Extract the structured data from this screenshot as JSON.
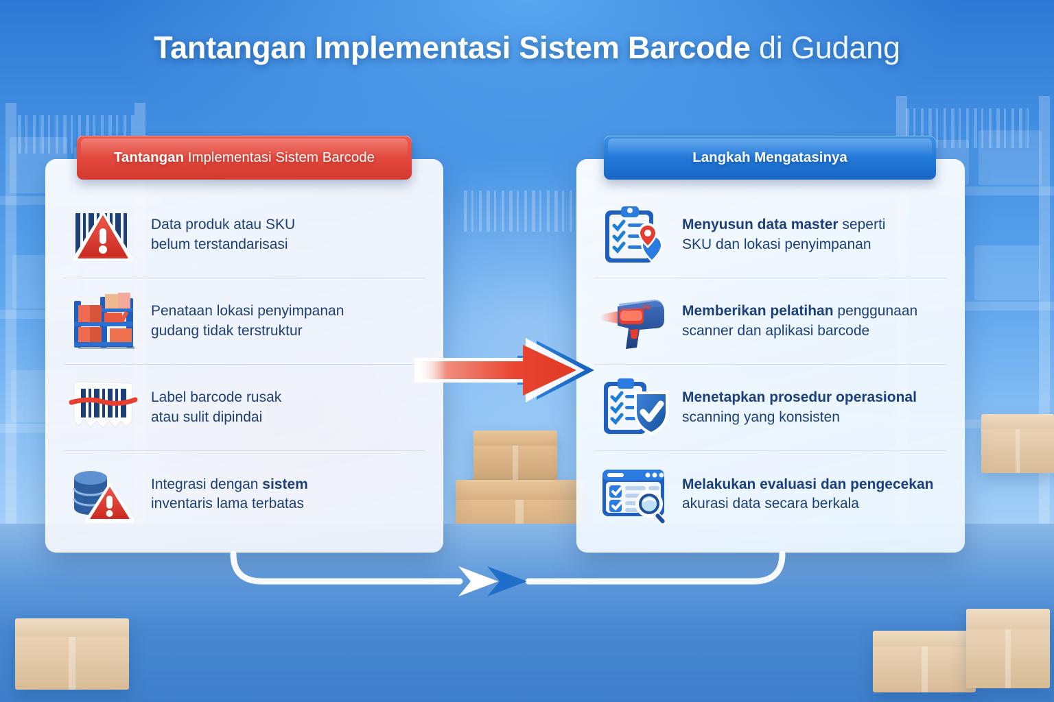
{
  "header": {
    "title_bold": "Tantangan Implementasi Sistem Barcode",
    "title_light": " di Gudang"
  },
  "left_panel": {
    "ribbon_bold": "Tantangan",
    "ribbon_light": " Implementasi Sistem Barcode",
    "accent_color": "#e2483c",
    "items": [
      {
        "icon": "warning-barcode-icon",
        "line1": "Data produk atau SKU",
        "line2": "belum terstandarisasi",
        "bold_part": ""
      },
      {
        "icon": "warehouse-rack-icon",
        "line1": "Penataan lokasi penyimpanan",
        "line2": "gudang tidak terstruktur",
        "bold_part": ""
      },
      {
        "icon": "torn-barcode-label-icon",
        "line1": "Label barcode rusak",
        "line2": "atau sulit dipindai",
        "bold_part": ""
      },
      {
        "icon": "database-warning-icon",
        "line1": "Integrasi dengan sistem",
        "line2": "inventaris lama terbatas",
        "bold_part": "sistem"
      }
    ]
  },
  "right_panel": {
    "ribbon_bold": "Langkah Mengatasinya",
    "ribbon_light": "",
    "accent_color": "#2278d8",
    "items": [
      {
        "icon": "clipboard-location-pin-icon",
        "line1": "Menyusun data master seperti",
        "line2": "SKU dan lokasi penyimpanan",
        "bold_part": "Menyusun data master"
      },
      {
        "icon": "barcode-scanner-gun-icon",
        "line1": "Memberikan pelatihan penggunaan",
        "line2": "scanner dan aplikasi barcode",
        "bold_part": "Memberikan pelatihan"
      },
      {
        "icon": "clipboard-shield-check-icon",
        "line1": "Menetapkan prosedur operasional",
        "line2": "scanning yang konsisten",
        "bold_part": "Menetapkan prosedur operasional"
      },
      {
        "icon": "window-checklist-magnifier-icon",
        "line1": "Melakukan evaluasi dan pengecekan",
        "line2": "akurasi data secara berkala",
        "bold_part": "Melakukan evaluasi dan pengecekan"
      }
    ]
  },
  "flow": {
    "main_arrow": "red-to-blue-right-arrow",
    "bottom_connector": "looping-chevron-connector"
  },
  "palette": {
    "background_blue": "#3f8ce0",
    "panel_white": "#ffffff",
    "text_navy": "#1e3f73",
    "red": "#e2483c",
    "blue": "#2278d8",
    "box_cardboard": "#d8b184"
  }
}
